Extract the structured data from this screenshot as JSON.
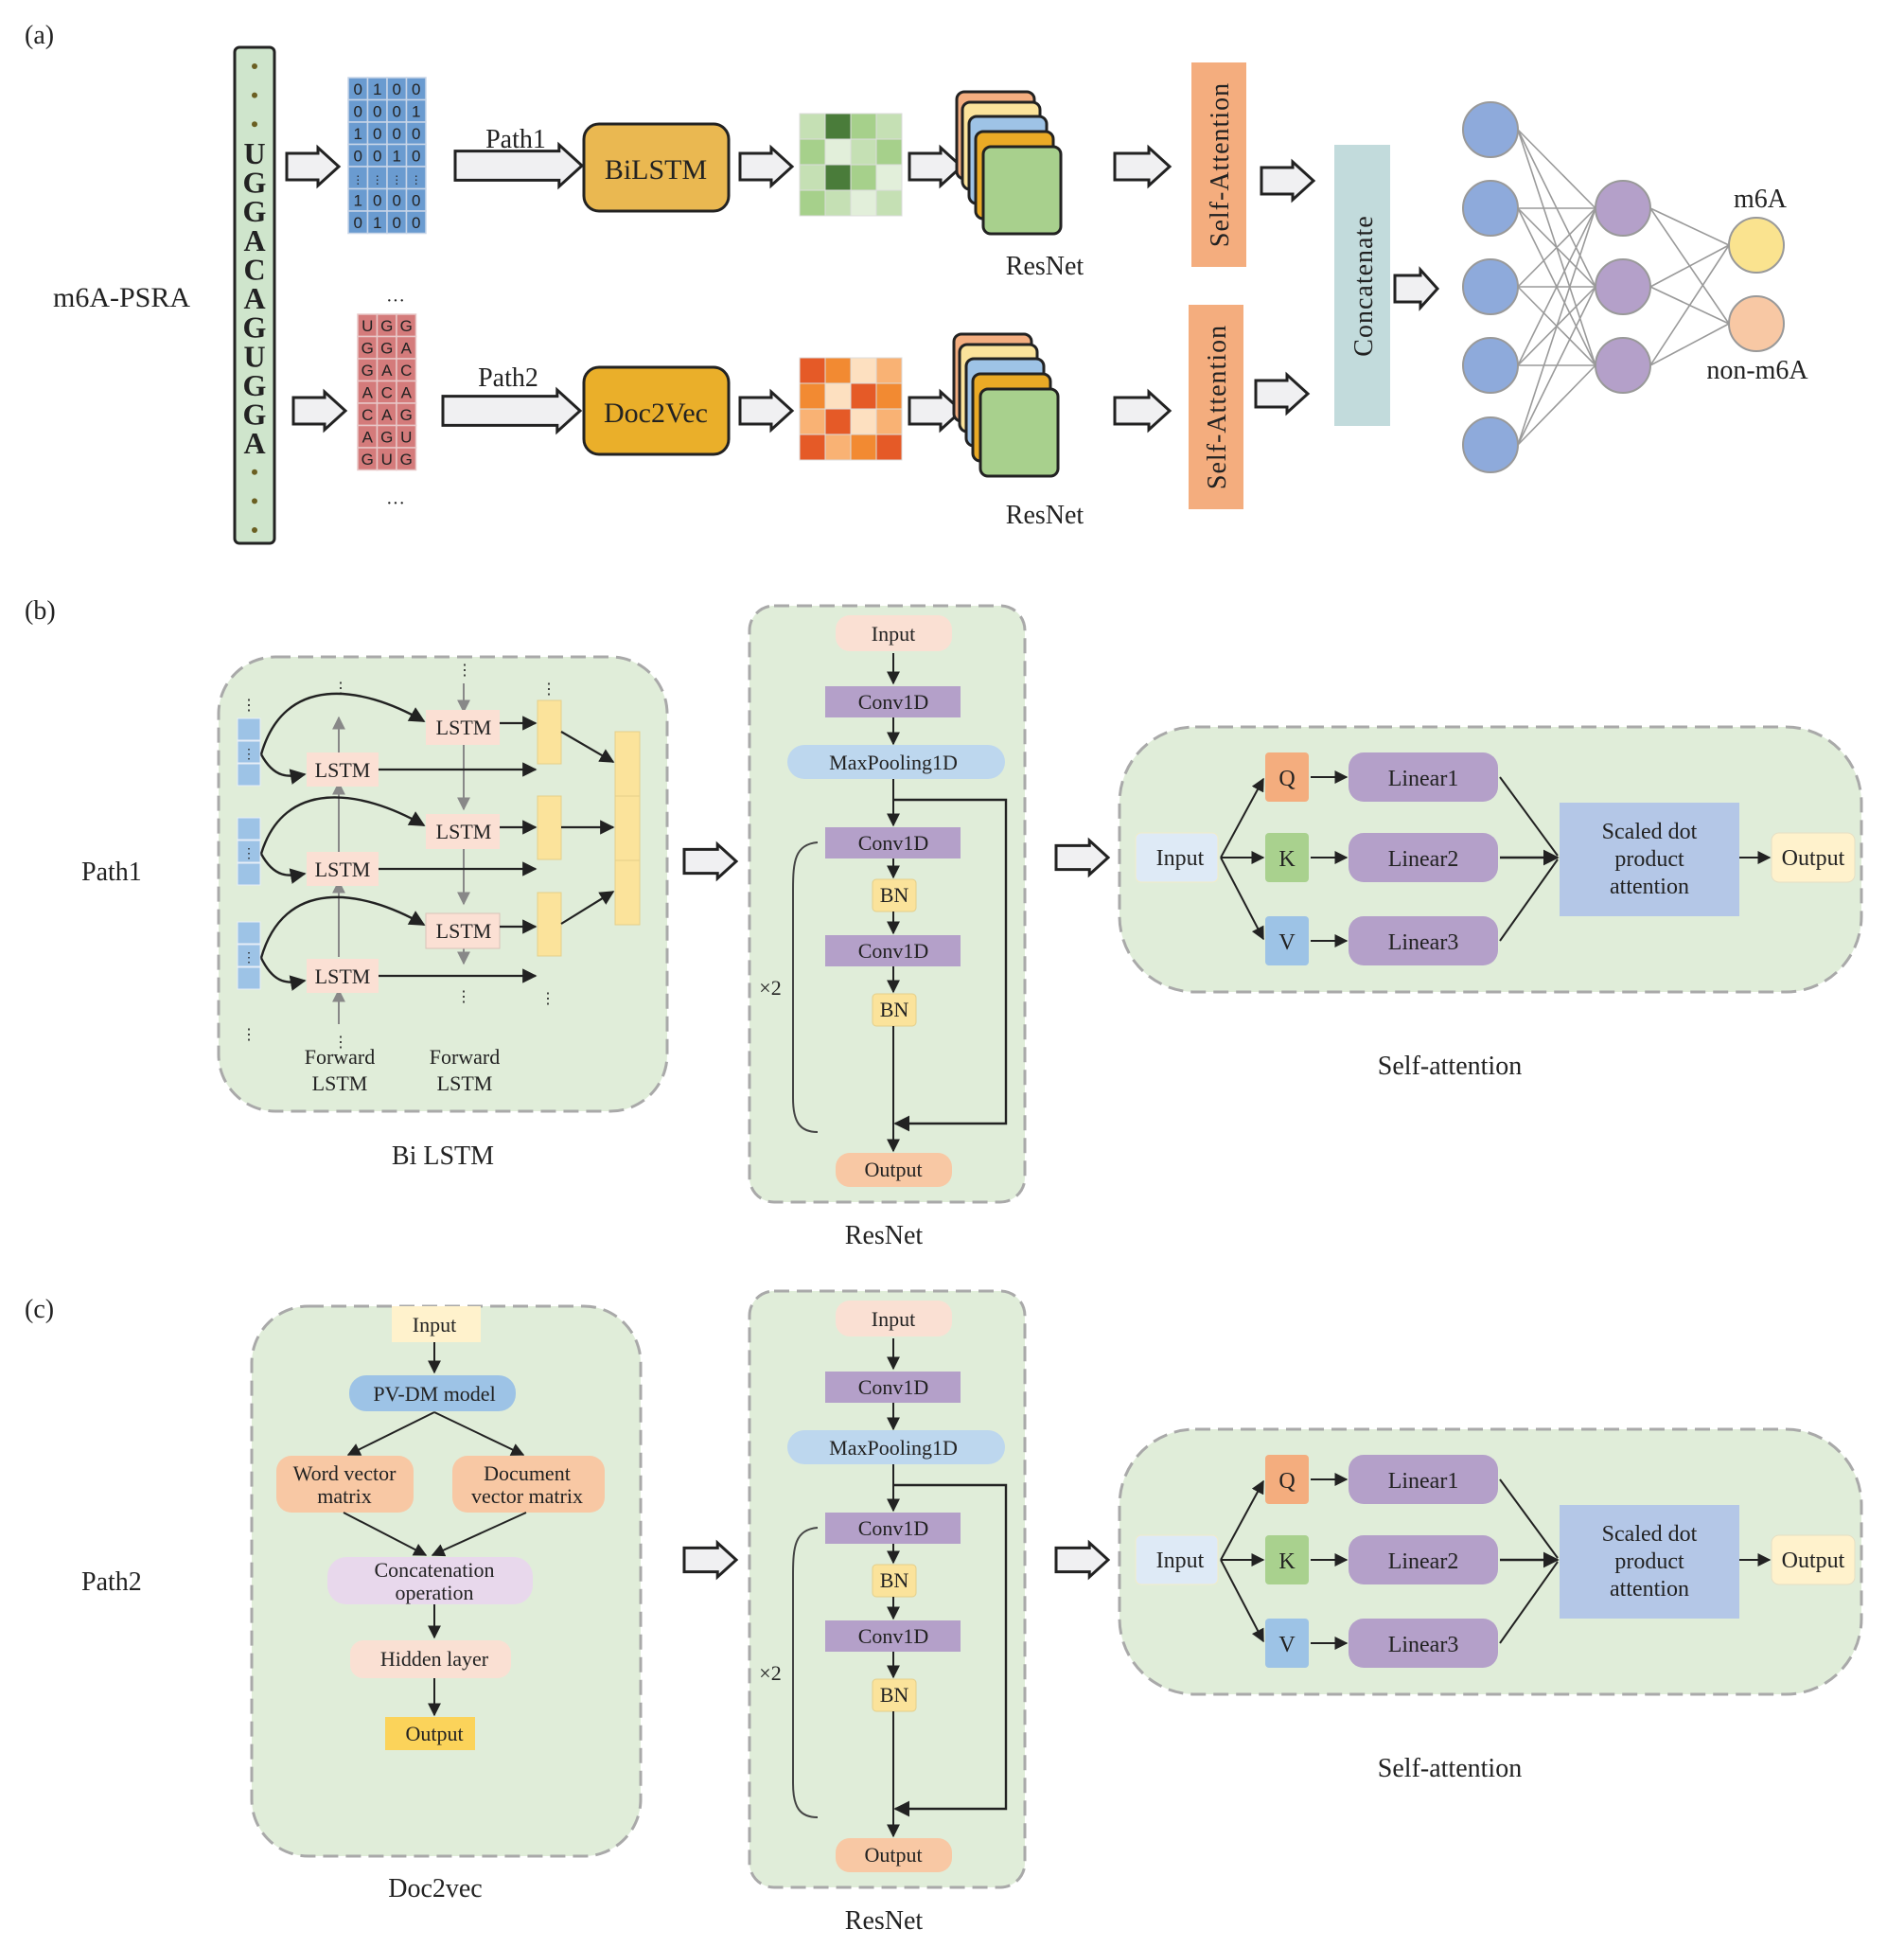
{
  "panels": {
    "a": "(a)",
    "b": "(b)",
    "c": "(c)"
  },
  "overview": {
    "model_name": "m6A-PSRA",
    "sequence": [
      "·",
      "·",
      "·",
      "U",
      "G",
      "G",
      "A",
      "C",
      "A",
      "G",
      "U",
      "G",
      "G",
      "A",
      "·",
      "·",
      "·"
    ],
    "onehot_matrix": [
      [
        "0",
        "1",
        "0",
        "0"
      ],
      [
        "0",
        "0",
        "0",
        "1"
      ],
      [
        "1",
        "0",
        "0",
        "0"
      ],
      [
        "0",
        "0",
        "1",
        "0"
      ],
      [
        "⋮",
        "⋮",
        "⋮",
        "⋮"
      ],
      [
        "1",
        "0",
        "0",
        "0"
      ],
      [
        "0",
        "1",
        "0",
        "0"
      ]
    ],
    "kmer_matrix": [
      [
        "U",
        "G",
        "G"
      ],
      [
        "G",
        "G",
        "A"
      ],
      [
        "G",
        "A",
        "C"
      ],
      [
        "A",
        "C",
        "A"
      ],
      [
        "C",
        "A",
        "G"
      ],
      [
        "A",
        "G",
        "U"
      ],
      [
        "G",
        "U",
        "G"
      ]
    ],
    "kmer_ellipsis": "···",
    "path1_label": "Path1",
    "path2_label": "Path2",
    "bilstm_label": "BiLSTM",
    "doc2vec_label": "Doc2Vec",
    "green_heatmap": [
      [
        "#c5e0b4",
        "#4a7c3a",
        "#a6d08b",
        "#c5e0b4"
      ],
      [
        "#a6d08b",
        "#e2efda",
        "#c5e0b4",
        "#a6d08b"
      ],
      [
        "#c5e0b4",
        "#4a7c3a",
        "#a6d08b",
        "#e2efda"
      ],
      [
        "#a6d08b",
        "#c5e0b4",
        "#e2efda",
        "#c5e0b4"
      ]
    ],
    "orange_heatmap": [
      [
        "#e55a27",
        "#f28a32",
        "#fde0c0",
        "#f9b274"
      ],
      [
        "#f28a32",
        "#fde0c0",
        "#e55a27",
        "#f28a32"
      ],
      [
        "#f9b274",
        "#e55a27",
        "#fde0c0",
        "#f9b274"
      ],
      [
        "#e55a27",
        "#f9b274",
        "#f28a32",
        "#e55a27"
      ]
    ],
    "resnet_label": "ResNet",
    "resnet_layer_colors": [
      "#f4ae80",
      "#fbe39b",
      "#9ec3e6",
      "#eaaa26",
      "#a8d08d"
    ],
    "self_attention_label": "Self-Attention",
    "concatenate_label": "Concatenate",
    "nn_layers": [
      5,
      3,
      2
    ],
    "nn_colors": [
      "#8eaadb",
      "#b4a0c9",
      "#fae38f"
    ],
    "output_classes": [
      "m6A",
      "non-m6A"
    ],
    "output_class_colors": [
      "#fae38f",
      "#f8c8a4"
    ]
  },
  "path1": {
    "row_label": "Path1",
    "bilstm": {
      "caption": "Bi LSTM",
      "cell_label": "LSTM",
      "forward_label_1": [
        "Forward",
        "LSTM"
      ],
      "forward_label_2": [
        "Forward",
        "LSTM"
      ],
      "ellipsis": "⋮"
    },
    "resnet": {
      "caption": "ResNet",
      "input": "Input",
      "conv1": "Conv1D",
      "maxpool": "MaxPooling1D",
      "conv2": "Conv1D",
      "bn1": "BN",
      "conv3": "Conv1D",
      "bn2": "BN",
      "repeat": "×2",
      "output": "Output"
    },
    "attention": {
      "caption": "Self-attention",
      "input": "Input",
      "q": "Q",
      "k": "K",
      "v": "V",
      "linear1": "Linear1",
      "linear2": "Linear2",
      "linear3": "Linear3",
      "sdpa": [
        "Scaled dot",
        "product",
        "attention"
      ],
      "output": "Output"
    }
  },
  "path2": {
    "row_label": "Path2",
    "doc2vec": {
      "caption": "Doc2vec",
      "input": "Input",
      "pvdm": "PV-DM model",
      "word_vec": [
        "Word vector",
        "matrix"
      ],
      "doc_vec": [
        "Document",
        "vector matrix"
      ],
      "concat": [
        "Concatenation",
        "operation"
      ],
      "hidden": "Hidden layer",
      "output": "Output"
    },
    "resnet": {
      "caption": "ResNet",
      "input": "Input",
      "conv1": "Conv1D",
      "maxpool": "MaxPooling1D",
      "conv2": "Conv1D",
      "bn1": "BN",
      "conv3": "Conv1D",
      "bn2": "BN",
      "repeat": "×2",
      "output": "Output"
    },
    "attention": {
      "caption": "Self-attention",
      "input": "Input",
      "q": "Q",
      "k": "K",
      "v": "V",
      "linear1": "Linear1",
      "linear2": "Linear2",
      "linear3": "Linear3",
      "sdpa": [
        "Scaled dot",
        "product",
        "attention"
      ],
      "output": "Output"
    }
  }
}
